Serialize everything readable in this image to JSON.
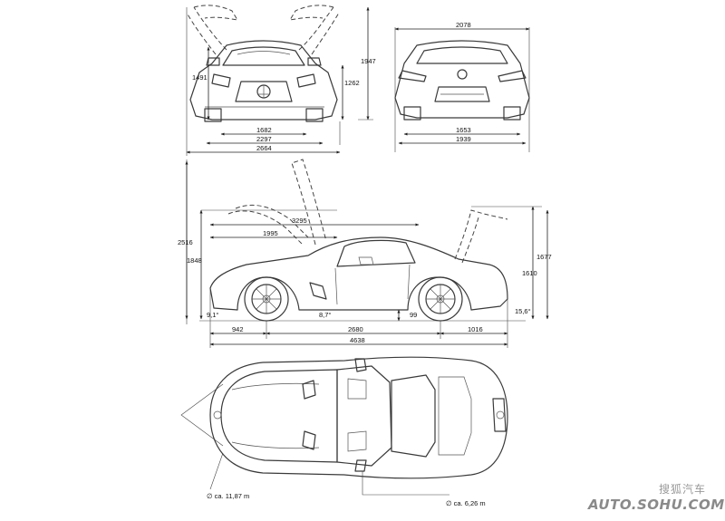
{
  "front_view": {
    "dims": {
      "height_open": "1947",
      "height": "1491",
      "height_mid": "1262",
      "track": "1682",
      "width": "2297",
      "width_mirrors": "2664"
    }
  },
  "rear_view": {
    "dims": {
      "width": "2078",
      "track": "1653",
      "width_body": "1939"
    }
  },
  "side_view": {
    "dims": {
      "wheelbase_hood": "3295",
      "front_to_door": "1995",
      "height_open": "2516",
      "height_door": "1848",
      "height_rear": "1677",
      "height_hatch": "1610",
      "approach_angle": "9,1°",
      "ramp_angle": "8,7°",
      "clearance": "99",
      "departure_angle": "15,6°",
      "front_overhang": "942",
      "wheelbase": "2680",
      "rear_overhang": "1016",
      "length": "4638"
    }
  },
  "top_view": {
    "turning_circle": "∅ ca. 11,87 m",
    "turning_radius": "∅ ca. 6,26 m"
  },
  "watermark": {
    "chinese": "搜狐汽车",
    "site": "AUTO.SOHU.COM"
  }
}
